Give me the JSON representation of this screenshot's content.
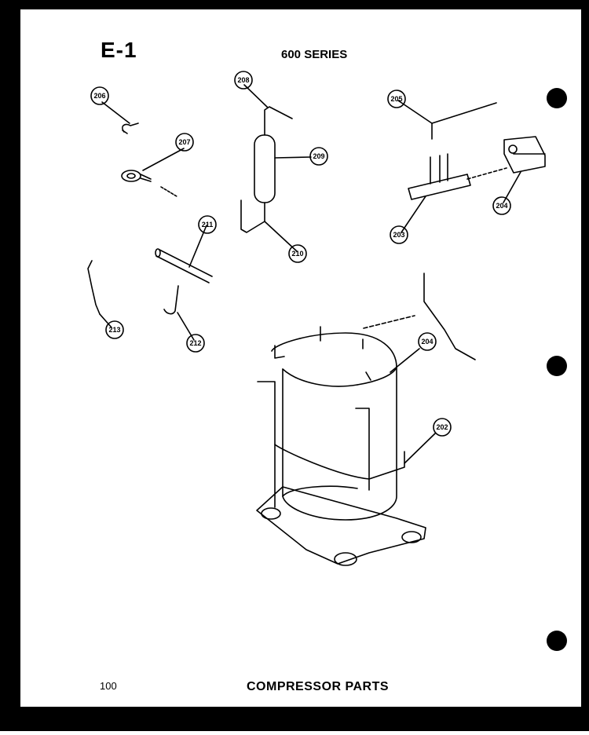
{
  "header": {
    "page_code": "E-1",
    "series": "600 SERIES"
  },
  "footer": {
    "page_number": "100",
    "caption": "COMPRESSOR PARTS"
  },
  "callouts": {
    "c202": "202",
    "c203": "203",
    "c204a": "204",
    "c204b": "204",
    "c205": "205",
    "c206": "206",
    "c207": "207",
    "c208": "208",
    "c209": "209",
    "c210": "210",
    "c211": "211",
    "c212": "212",
    "c213": "213"
  },
  "colors": {
    "ink": "#000000",
    "paper": "#ffffff",
    "border": "#000000"
  }
}
